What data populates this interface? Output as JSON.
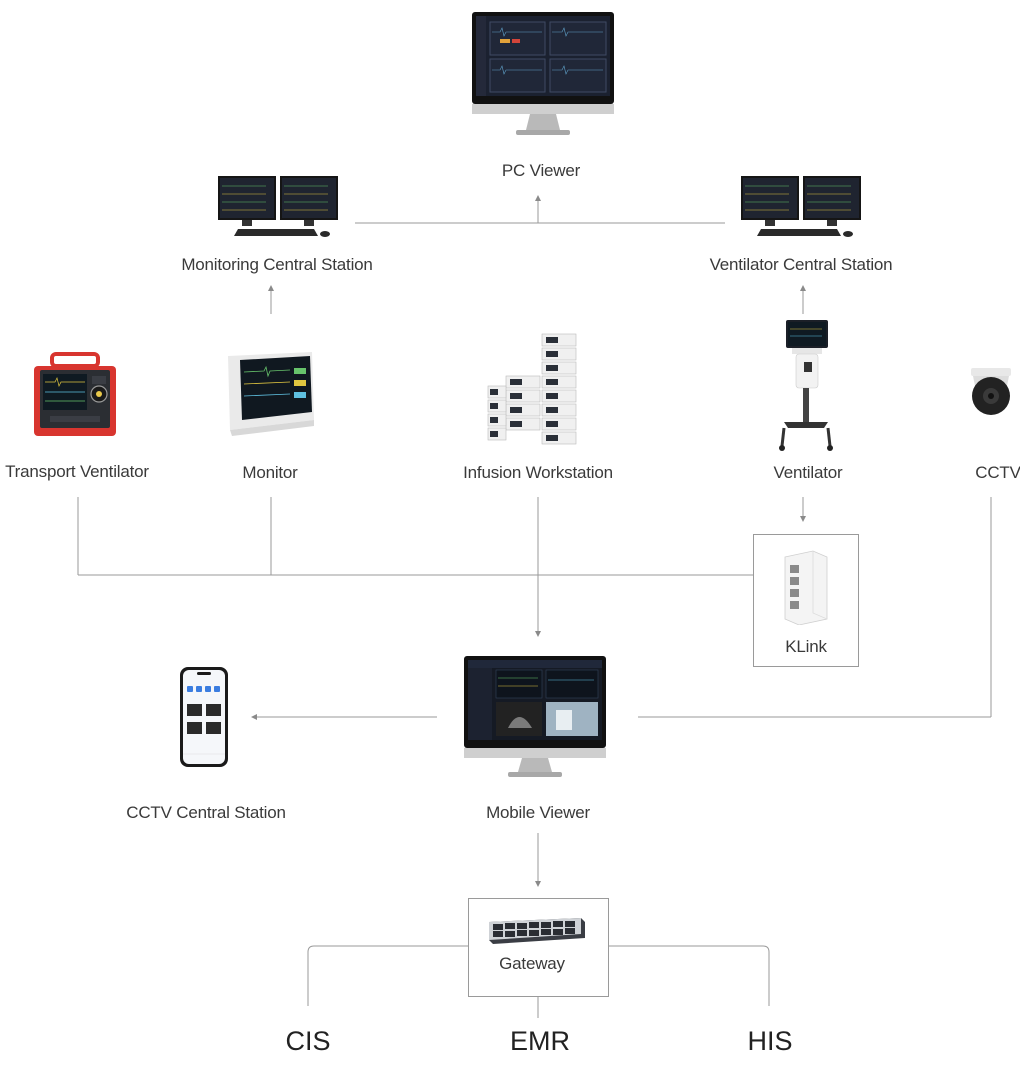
{
  "nodes": {
    "pc_viewer": "PC Viewer",
    "monitoring_central_station": "Monitoring Central Station",
    "ventilator_central_station": "Ventilator Central Station",
    "transport_ventilator": "Transport Ventilator",
    "monitor": "Monitor",
    "infusion_workstation": "Infusion Workstation",
    "ventilator": "Ventilator",
    "cctv": "CCTV",
    "klink": "KLink",
    "cctv_central_station": "CCTV Central Station",
    "mobile_viewer": "Mobile Viewer",
    "gateway": "Gateway",
    "cis": "CIS",
    "emr": "EMR",
    "his": "HIS"
  },
  "colors": {
    "line": "#9a9a9a",
    "device_dark": "#1c1f26",
    "device_red": "#d8352f",
    "device_white": "#f2f2f2"
  }
}
